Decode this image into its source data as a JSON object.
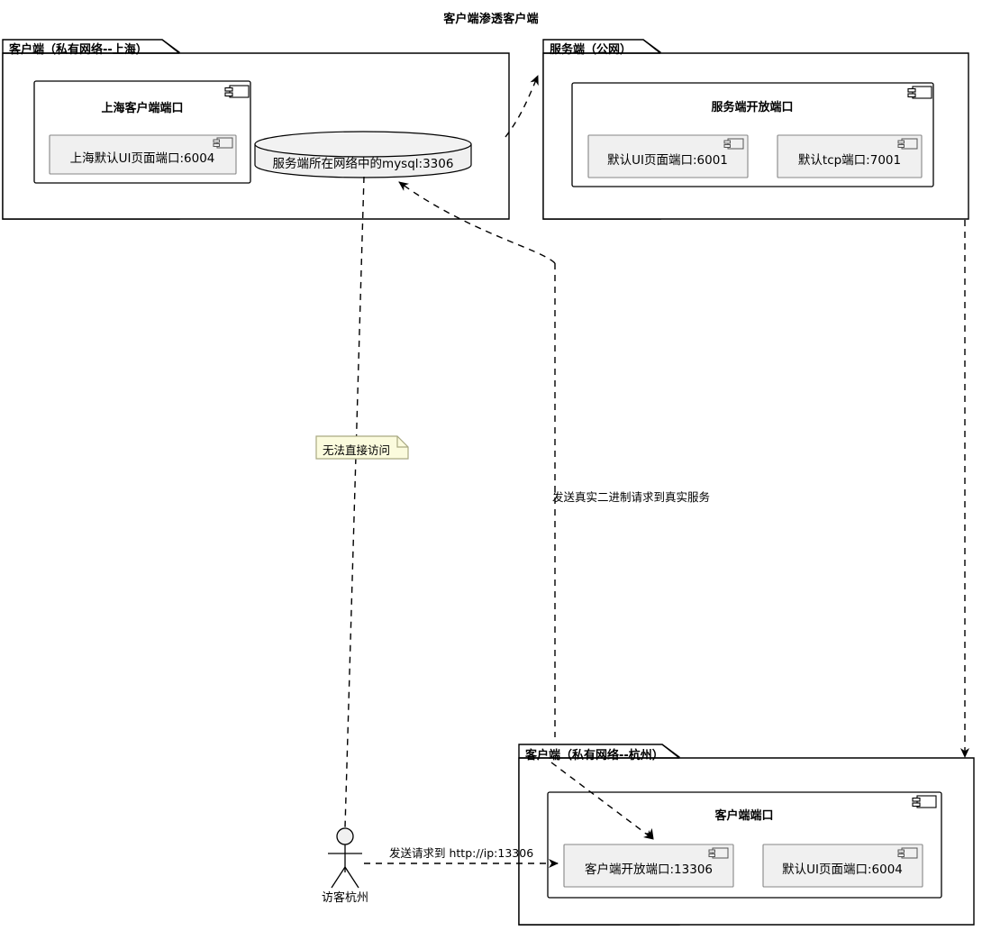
{
  "diagram": {
    "title": "客户端渗透客户端",
    "type": "uml-deployment-diagram",
    "colors": {
      "stroke": "#000000",
      "component_fill": "#FFFFFF",
      "port_fill": "#F0F0F0",
      "database_fill": "#F0F0F0",
      "note_fill": "#FBFBDD",
      "note_border": "#A9A982",
      "background": "#FFFFFF"
    }
  },
  "packages": [
    {
      "id": "pkg-client-shanghai",
      "title": "客户端（私有网络--上海）",
      "components": [
        {
          "id": "comp-shanghai-client-port",
          "title": "上海客户端端口",
          "icon": "uml-component-icon",
          "ports": [
            {
              "id": "port-shanghai-ui",
              "label": "上海默认UI页面端口:6004",
              "icon": "uml-component-icon"
            }
          ]
        }
      ],
      "databases": [
        {
          "id": "db-mysql",
          "label": "服务端所在网络中的mysql:3306",
          "icon": "database-cylinder-icon"
        }
      ]
    },
    {
      "id": "pkg-server-public",
      "title": "服务端（公网）",
      "components": [
        {
          "id": "comp-server-open-port",
          "title": "服务端开放端口",
          "icon": "uml-component-icon",
          "ports": [
            {
              "id": "port-server-ui",
              "label": "默认UI页面端口:6001",
              "icon": "uml-component-icon"
            },
            {
              "id": "port-server-tcp",
              "label": "默认tcp端口:7001",
              "icon": "uml-component-icon"
            }
          ]
        }
      ],
      "databases": []
    },
    {
      "id": "pkg-client-hangzhou",
      "title": "客户端（私有网络--杭州）",
      "components": [
        {
          "id": "comp-hangzhou-client-port",
          "title": "客户端端口",
          "icon": "uml-component-icon",
          "ports": [
            {
              "id": "port-hangzhou-open",
              "label": "客户端开放端口:13306",
              "icon": "uml-component-icon"
            },
            {
              "id": "port-hangzhou-ui",
              "label": "默认UI页面端口:6004",
              "icon": "uml-component-icon"
            }
          ]
        }
      ],
      "databases": []
    }
  ],
  "actors": [
    {
      "id": "actor-visitor-hangzhou",
      "label": "访客杭州",
      "icon": "stick-figure-actor-icon"
    }
  ],
  "notes": [
    {
      "id": "note-no-direct-access",
      "text": "无法直接访问"
    }
  ],
  "edges": [
    {
      "id": "edge-shanghai-to-server",
      "label": "",
      "style": "dashed",
      "arrow": "open"
    },
    {
      "id": "edge-server-to-mysql",
      "label": "",
      "style": "dashed",
      "arrow": "open"
    },
    {
      "id": "edge-server-to-hangzhou",
      "label": "发送真实二进制请求到真实服务",
      "style": "dashed",
      "arrow": "open"
    },
    {
      "id": "edge-actor-to-mysql",
      "label": "",
      "style": "dashed",
      "arrow": "none"
    },
    {
      "id": "edge-actor-to-hangzhou-port",
      "label": "发送请求到 http://ip:13306",
      "style": "dashed",
      "arrow": "open"
    }
  ],
  "edge_labels": {
    "binary_request": "发送真实二进制请求到真实服务",
    "http_request": "发送请求到 http://ip:13306"
  }
}
